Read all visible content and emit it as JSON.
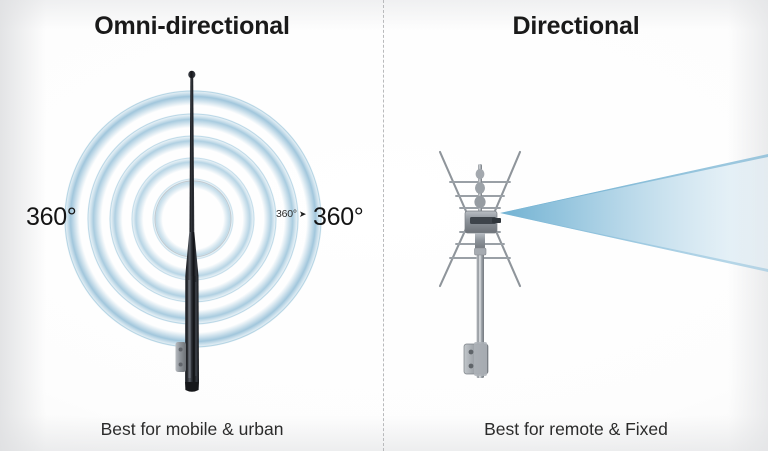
{
  "panels": [
    {
      "id": "omni",
      "title": "Omni-directional",
      "caption": "Best for mobile & urban",
      "labels": {
        "degree_left": "360°",
        "degree_right": "360°",
        "degree_small": "360°",
        "arrow": "➤"
      },
      "graphic": {
        "antenna_name": "omni-directional-whip-antenna",
        "wave_rings": 5,
        "inner_circle": true
      }
    },
    {
      "id": "directional",
      "title": "Directional",
      "caption": "Best for remote & Fixed",
      "graphic": {
        "antenna_name": "directional-yagi-antenna",
        "beam_name": "directional-beam-cone"
      }
    }
  ],
  "divider": {
    "style": "dashed",
    "orientation": "vertical"
  },
  "colors": {
    "background": "#fdfdfd",
    "title_text": "#1a1a1a",
    "caption_text": "#2b2b2b",
    "wave_blue": "#7fb3d0",
    "wave_blue_light": "#d6e8f2",
    "beam_blue": "#7cb9d8",
    "beam_blue_light": "#cfe4f0",
    "antenna_dark": "#1c1c20",
    "antenna_metal": "#9aa0a6",
    "divider_grey": "#b9babc"
  }
}
